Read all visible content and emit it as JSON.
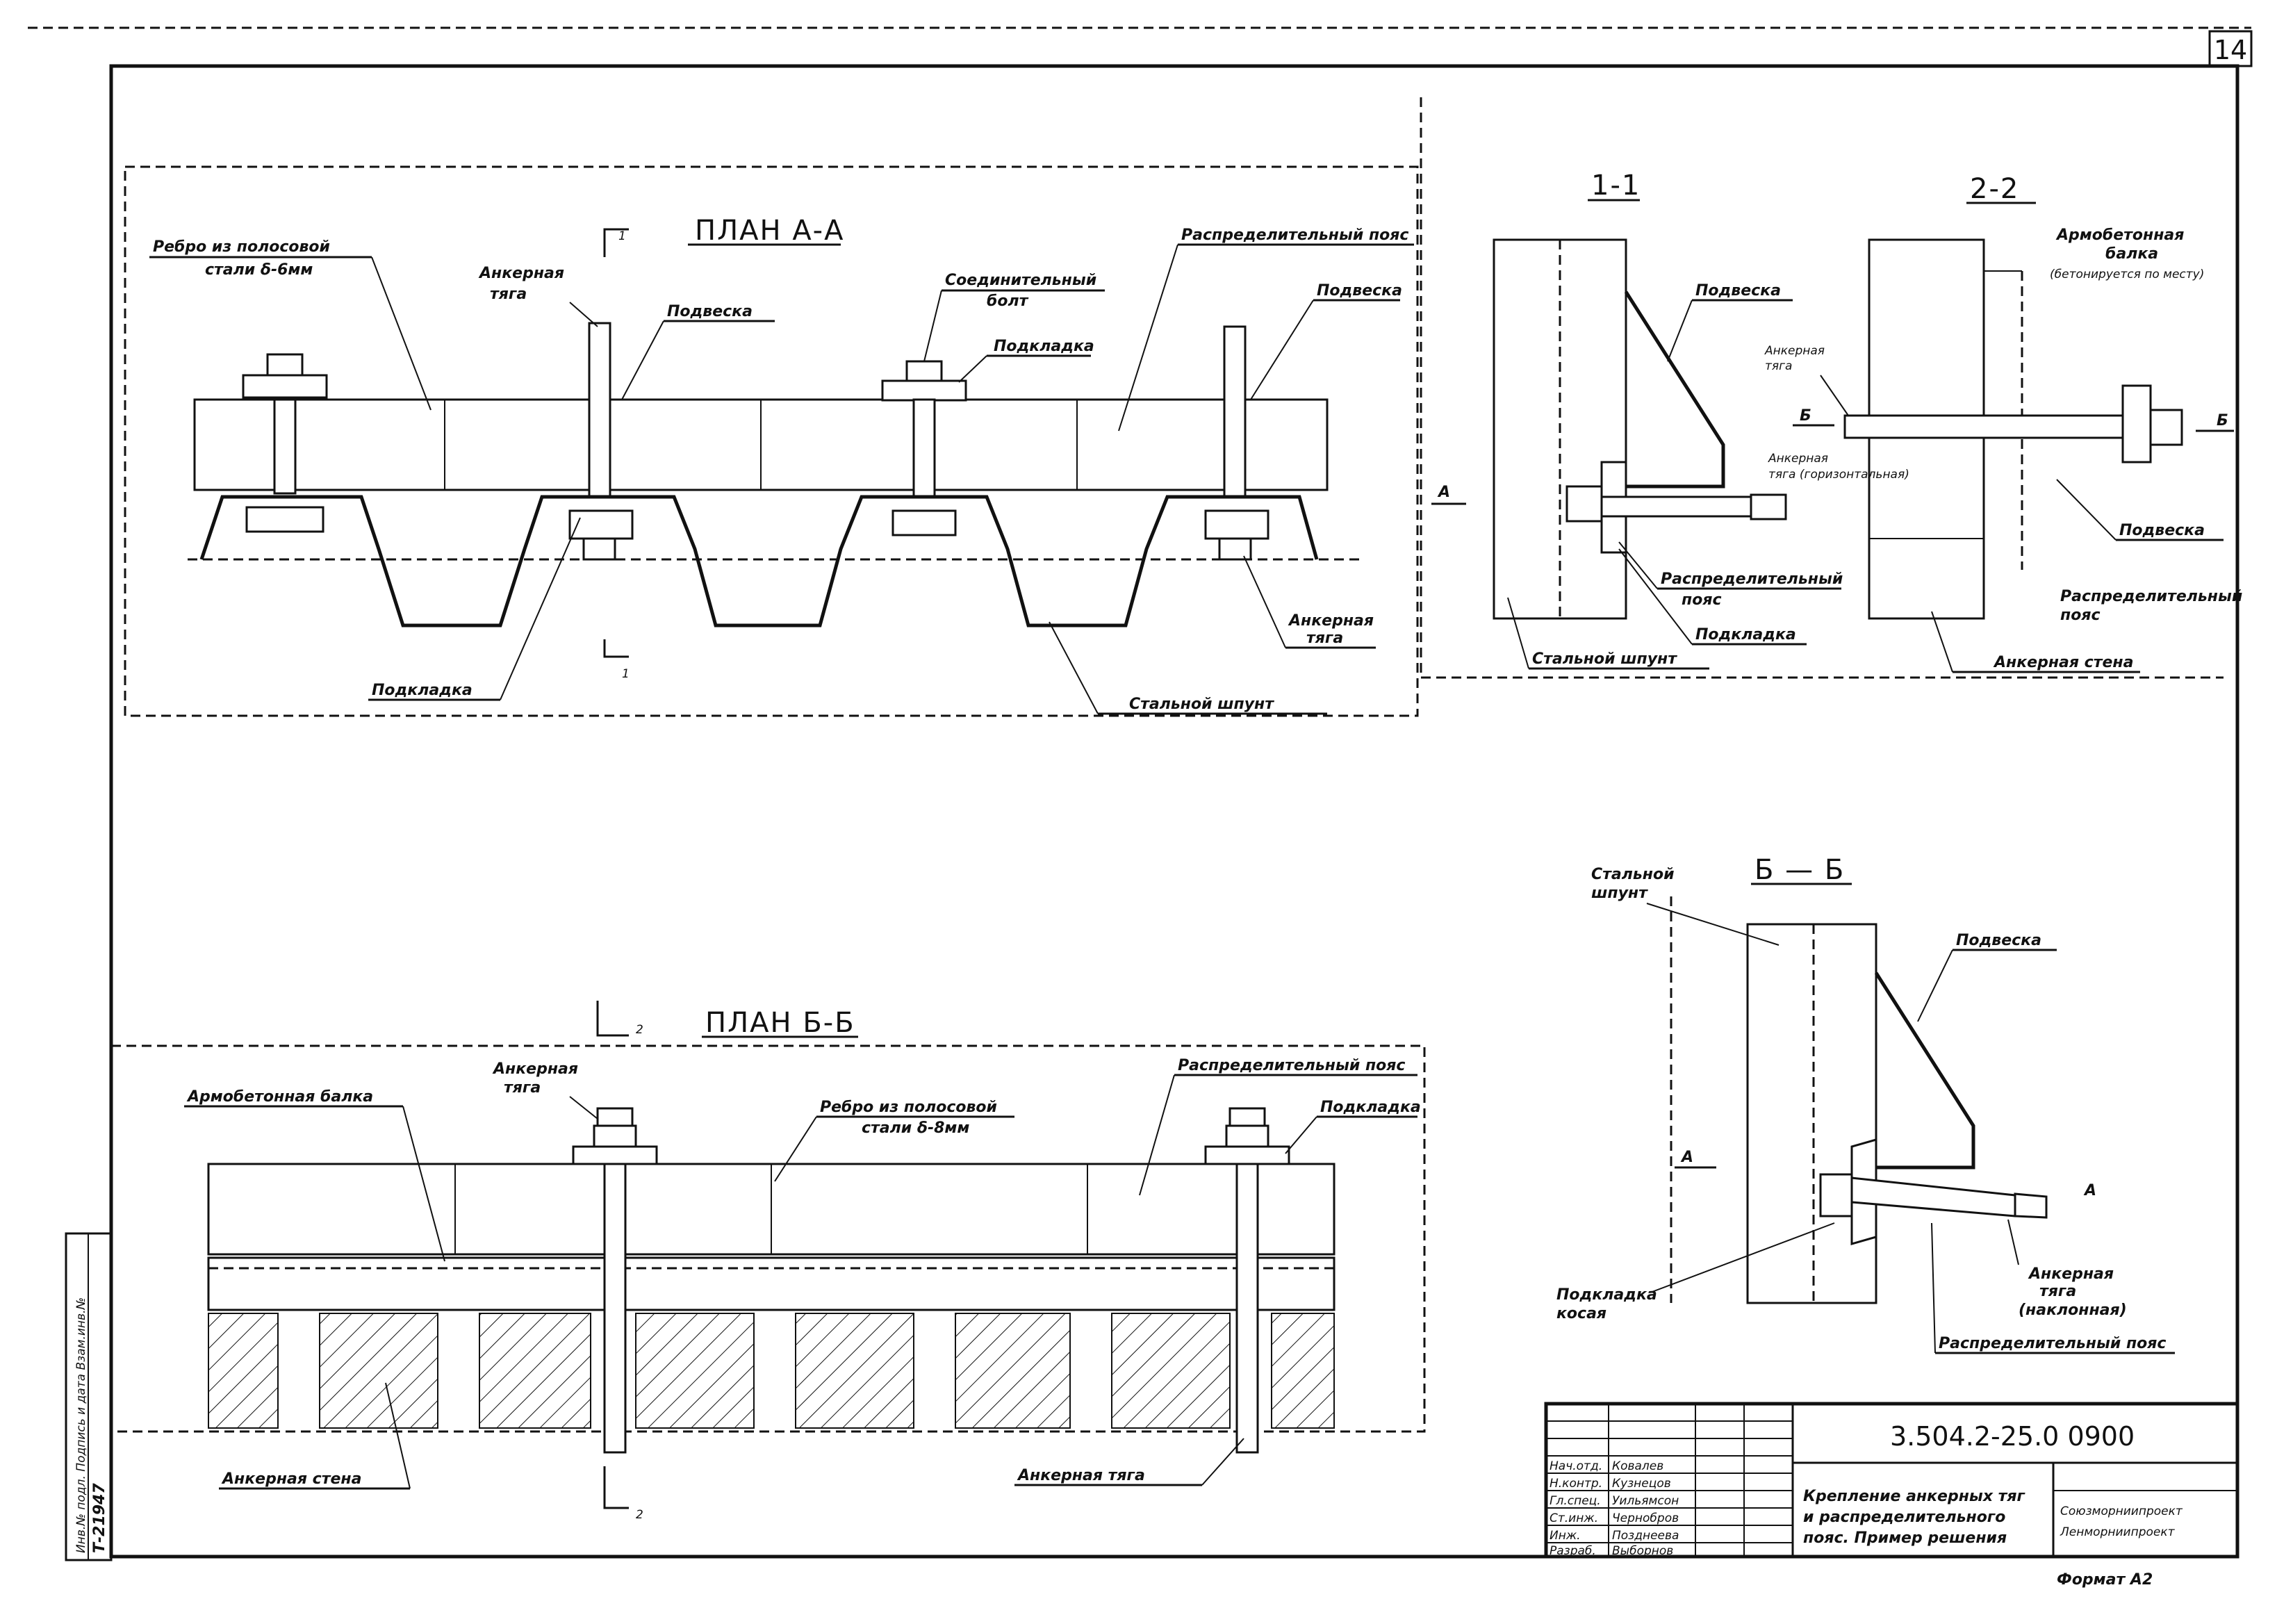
{
  "sheet": {
    "number": "14",
    "format": "Формат А2"
  },
  "plan_a": {
    "title": "ПЛАН А-А",
    "labels": {
      "rib": "Ребро из полосовой",
      "rib2": "стали δ-6мм",
      "anchor_rod": "Анкерная",
      "anchor_rod2": "тяга",
      "hanger": "Подвеска",
      "conn_bolt": "Соединительный",
      "conn_bolt2": "болт",
      "pad": "Подкладка",
      "dist_belt": "Распределительный пояс",
      "hanger2": "Подвеска",
      "pad_bottom": "Подкладка",
      "anchor_rod_b": "Анкерная",
      "anchor_rod_b2": "тяга",
      "steel_sheet_pile": "Стальной шпунт",
      "cut_mark": "1"
    }
  },
  "section_11": {
    "title": "1-1",
    "labels": {
      "hanger": "Подвеска",
      "anchor": "Анкерная",
      "anchor2": "тяга (горизонтальная)",
      "dist_belt": "Распределительный",
      "dist_belt2": "пояс",
      "pad": "Подкладка",
      "steel_pile": "Стальной шпунт",
      "mark_a": "А"
    }
  },
  "section_22": {
    "title": "2-2",
    "labels": {
      "beam": "Армобетонная",
      "beam2": "балка",
      "beam3": "(бетонируется по месту)",
      "anchor": "Анкерная",
      "anchor2": "тяга",
      "mark_b": "Б",
      "hanger": "Подвеска",
      "dist_belt": "Распределительный",
      "dist_belt2": "пояс",
      "anchor_wall": "Анкерная стена"
    }
  },
  "section_bb": {
    "title": "Б — Б",
    "labels": {
      "steel_pile": "Стальной",
      "steel_pile2": "шпунт",
      "hanger": "Подвеска",
      "pad": "Подкладка",
      "pad2": "косая",
      "anchor": "Анкерная",
      "anchor2": "тяга",
      "anchor3": "(наклонная)",
      "dist_belt": "Распределительный пояс",
      "mark_a": "А"
    }
  },
  "plan_b": {
    "title": "ПЛАН Б-Б",
    "labels": {
      "beam": "Армобетонная балка",
      "anchor_rod": "Анкерная",
      "anchor_rod2": "тяга",
      "rib": "Ребро из полосовой",
      "rib2": "стали δ-8мм",
      "dist_belt": "Распределительный пояс",
      "pad": "Подкладка",
      "anchor_wall": "Анкерная стена",
      "anchor_rod_b": "Анкерная тяга",
      "cut_mark": "2"
    }
  },
  "stamp": {
    "code": "3.504.2-25.0 0900",
    "title_line1": "Крепление анкерных тяг",
    "title_line2": "и распределительного",
    "title_line3": "пояс. Пример решения",
    "org1": "Союзморниипроект",
    "org2": "Ленморниипроект",
    "rows": [
      {
        "role": "Нач.отд.",
        "name": "Ковалев"
      },
      {
        "role": "Н.контр.",
        "name": "Кузнецов"
      },
      {
        "role": "Гл.спец.",
        "name": "Уильямсон"
      },
      {
        "role": "Ст.инж.",
        "name": "Чернобров"
      },
      {
        "role": "Инж.",
        "name": "Позднеева"
      },
      {
        "role": "Разраб.",
        "name": "Выборнов"
      }
    ],
    "side_strip": "Инв.№ подл.  Подпись и дата  Взам.инв.№",
    "inv_number": "Т-21947"
  }
}
